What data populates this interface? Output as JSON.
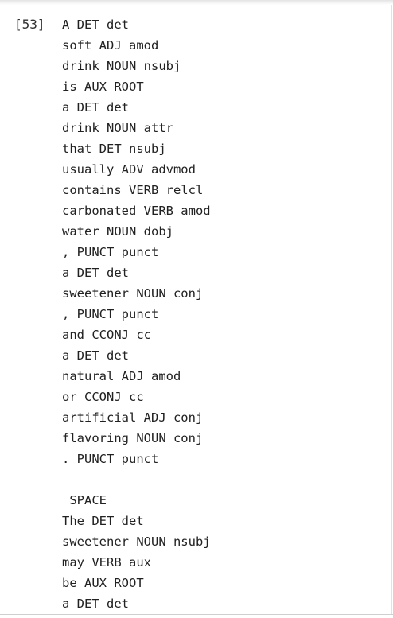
{
  "cell": {
    "prompt": "[53]",
    "output_lines": [
      "A DET det",
      "soft ADJ amod",
      "drink NOUN nsubj",
      "is AUX ROOT",
      "a DET det",
      "drink NOUN attr",
      "that DET nsubj",
      "usually ADV advmod",
      "contains VERB relcl",
      "carbonated VERB amod",
      "water NOUN dobj",
      ", PUNCT punct",
      "a DET det",
      "sweetener NOUN conj",
      ", PUNCT punct",
      "and CCONJ cc",
      "a DET det",
      "natural ADJ amod",
      "or CCONJ cc",
      "artificial ADJ conj",
      "flavoring NOUN conj",
      ". PUNCT punct",
      "",
      " SPACE",
      "The DET det",
      "sweetener NOUN nsubj",
      "may VERB aux",
      "be AUX ROOT",
      "a DET det"
    ]
  }
}
